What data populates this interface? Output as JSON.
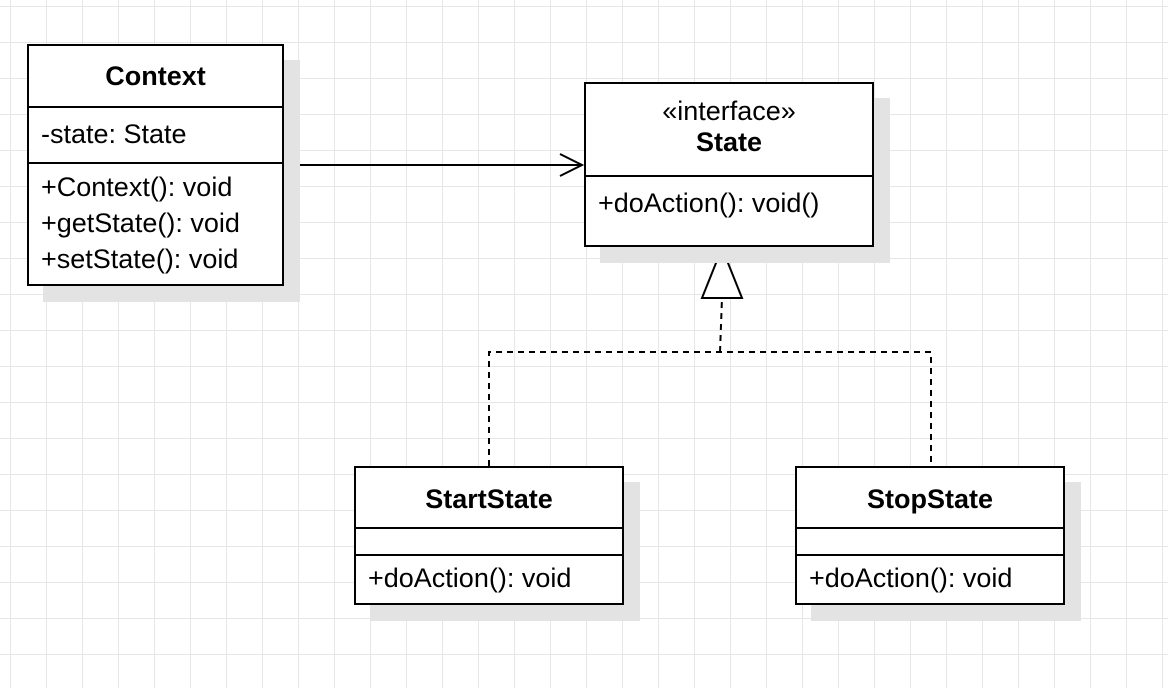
{
  "diagram": {
    "context": {
      "name": "Context",
      "attributes": [
        "-state: State"
      ],
      "operations": [
        "+Context(): void",
        "+getState(): void",
        "+setState(): void"
      ]
    },
    "state": {
      "stereotype": "«interface»",
      "name": "State",
      "operations": [
        "+doAction(): void()"
      ]
    },
    "start_state": {
      "name": "StartState",
      "operations": [
        "+doAction(): void"
      ]
    },
    "stop_state": {
      "name": "StopState",
      "operations": [
        "+doAction(): void"
      ]
    },
    "relationships": [
      {
        "type": "association",
        "from": "Context",
        "to": "State"
      },
      {
        "type": "realization",
        "from": "StartState",
        "to": "State"
      },
      {
        "type": "realization",
        "from": "StopState",
        "to": "State"
      }
    ]
  }
}
